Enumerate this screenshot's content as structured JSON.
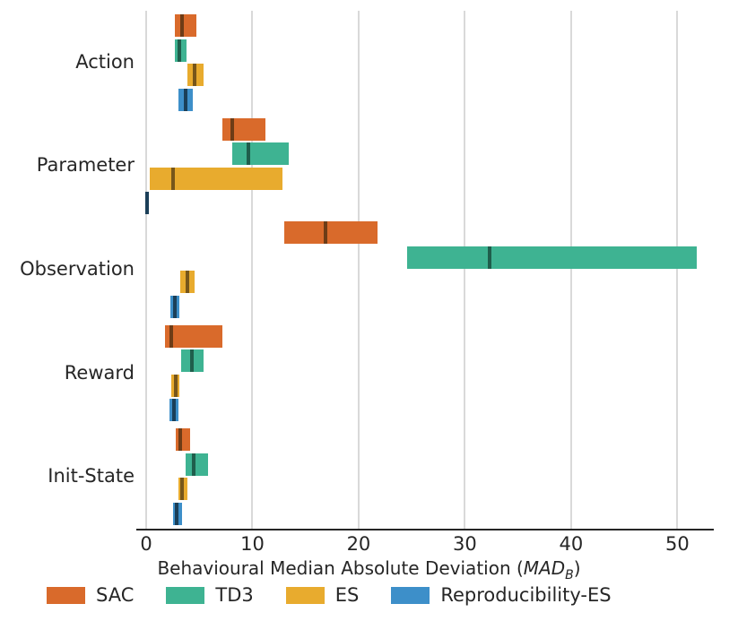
{
  "chart_data": {
    "type": "bar",
    "orientation": "horizontal",
    "title": "",
    "xlabel": "Behavioural Median Absolute Deviation (MAD_B)",
    "xlabel_main": "Behavioural Median Absolute Deviation (",
    "xlabel_italic": "MAD",
    "xlabel_sub": "B",
    "xlabel_close": ")",
    "ylabel": "",
    "categories": [
      "Action",
      "Parameter",
      "Observation",
      "Reward",
      "Init-State"
    ],
    "xlim": [
      0,
      52.5
    ],
    "xticks": [
      0,
      10,
      20,
      30,
      40,
      50
    ],
    "xtick_labels": [
      "0",
      "10",
      "20",
      "30",
      "40",
      "50"
    ],
    "grid": "x-dashed",
    "legend_position": "bottom-left-outside",
    "series": [
      {
        "name": "SAC",
        "color": "#d96a2b",
        "median_color": "#6e3c16"
      },
      {
        "name": "TD3",
        "color": "#3eb392",
        "median_color": "#1f5e4c"
      },
      {
        "name": "ES",
        "color": "#e8ab2e",
        "median_color": "#77561a"
      },
      {
        "name": "Reproducibility-ES",
        "color": "#3d8fc9",
        "median_color": "#1b3f58"
      }
    ],
    "bars": [
      {
        "category": "Action",
        "series": "SAC",
        "low": 2.7,
        "high": 4.7,
        "median": 3.4
      },
      {
        "category": "Action",
        "series": "TD3",
        "low": 2.7,
        "high": 3.8,
        "median": 3.1
      },
      {
        "category": "Action",
        "series": "ES",
        "low": 3.9,
        "high": 5.4,
        "median": 4.6
      },
      {
        "category": "Action",
        "series": "Reproducibility-ES",
        "low": 3.0,
        "high": 4.4,
        "median": 3.7
      },
      {
        "category": "Parameter",
        "series": "SAC",
        "low": 7.2,
        "high": 11.2,
        "median": 8.1
      },
      {
        "category": "Parameter",
        "series": "TD3",
        "low": 8.1,
        "high": 13.4,
        "median": 9.6
      },
      {
        "category": "Parameter",
        "series": "ES",
        "low": 0.3,
        "high": 12.8,
        "median": 2.5
      },
      {
        "category": "Parameter",
        "series": "Reproducibility-ES",
        "low": 0.0,
        "high": 0.15,
        "median": 0.05
      },
      {
        "category": "Observation",
        "series": "SAC",
        "low": 13.0,
        "high": 21.8,
        "median": 16.9
      },
      {
        "category": "Observation",
        "series": "TD3",
        "low": 24.6,
        "high": 51.8,
        "median": 32.3
      },
      {
        "category": "Observation",
        "series": "ES",
        "low": 3.2,
        "high": 4.6,
        "median": 3.9
      },
      {
        "category": "Observation",
        "series": "Reproducibility-ES",
        "low": 2.3,
        "high": 3.1,
        "median": 2.7
      },
      {
        "category": "Reward",
        "series": "SAC",
        "low": 1.8,
        "high": 7.2,
        "median": 2.4
      },
      {
        "category": "Reward",
        "series": "TD3",
        "low": 3.3,
        "high": 5.4,
        "median": 4.3
      },
      {
        "category": "Reward",
        "series": "ES",
        "low": 2.4,
        "high": 3.1,
        "median": 2.8
      },
      {
        "category": "Reward",
        "series": "Reproducibility-ES",
        "low": 2.2,
        "high": 3.0,
        "median": 2.6
      },
      {
        "category": "Init-State",
        "series": "SAC",
        "low": 2.8,
        "high": 4.1,
        "median": 3.2
      },
      {
        "category": "Init-State",
        "series": "TD3",
        "low": 3.7,
        "high": 5.8,
        "median": 4.5
      },
      {
        "category": "Init-State",
        "series": "ES",
        "low": 3.0,
        "high": 3.9,
        "median": 3.4
      },
      {
        "category": "Init-State",
        "series": "Reproducibility-ES",
        "low": 2.5,
        "high": 3.4,
        "median": 2.9
      }
    ]
  },
  "legend": {
    "items": [
      {
        "label": "SAC",
        "color": "#d96a2b"
      },
      {
        "label": "TD3",
        "color": "#3eb392"
      },
      {
        "label": "ES",
        "color": "#e8ab2e"
      },
      {
        "label": "Reproducibility-ES",
        "color": "#3d8fc9"
      }
    ]
  }
}
